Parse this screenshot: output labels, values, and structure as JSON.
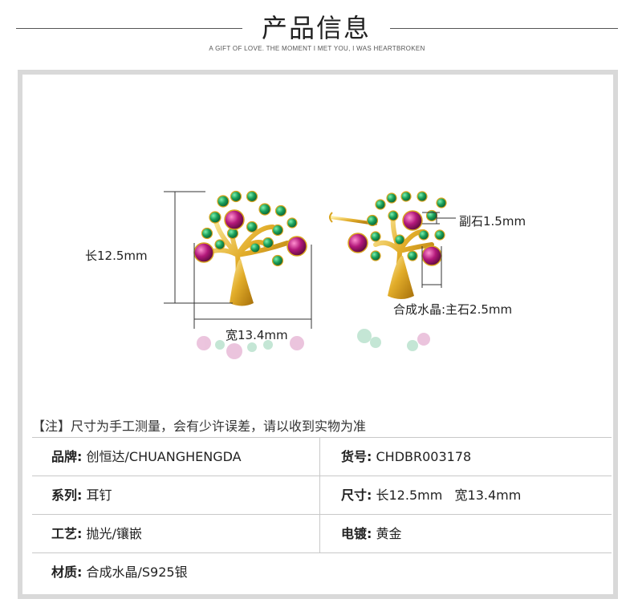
{
  "header": {
    "title": "产品信息",
    "subtitle": "A GIFT OF LOVE. THE MOMENT I MET YOU, I WAS HEARTBROKEN"
  },
  "dimensions": {
    "length": "长12.5mm",
    "width": "宽13.4mm",
    "side_stone": "副石1.5mm",
    "main_stone": "合成水晶:主石2.5mm"
  },
  "note": "【注】尺寸为手工测量，会有少许误差，请以收到实物为准",
  "specs": [
    {
      "left_label": "品牌:",
      "left_value": "创恒达/CHUANGHENGDA",
      "right_label": "货号:",
      "right_value": "CHDBR003178"
    },
    {
      "left_label": "系列:",
      "left_value": "耳钉",
      "right_label": "尺寸:",
      "right_value": "长12.5mm   宽13.4mm"
    },
    {
      "left_label": "工艺:",
      "left_value": "抛光/镶嵌",
      "right_label": "电镀:",
      "right_value": "黄金"
    },
    {
      "left_label": "材质:",
      "left_value": "合成水晶/S925银",
      "right_label": "",
      "right_value": ""
    }
  ],
  "colors": {
    "gold": "#d9a520",
    "green_stone": "#1aa05a",
    "purple_stone": "#b2187a",
    "frame": "#d9d9d9"
  }
}
